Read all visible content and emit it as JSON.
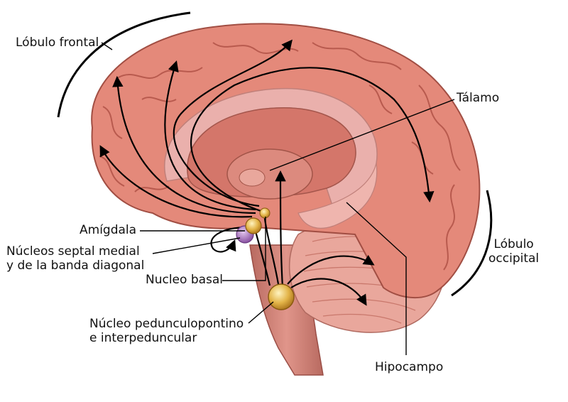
{
  "labels": {
    "frontal_lobe": "Lóbulo frontal",
    "thalamus": "Tálamo",
    "amygdala": "Amígdala",
    "septal_line1": "Núcleos septal medial",
    "septal_line2": "y de la banda diagonal",
    "basal_nucleus": "Nucleo basal",
    "pedunculo_line1": "Núcleo pedunculopontino",
    "pedunculo_line2": "e interpeduncular",
    "occipital_line1": "Lóbulo",
    "occipital_line2": "occipital",
    "hippocampus": "Hipocampo"
  },
  "colors": {
    "cortex": "#e4897a",
    "cortex_dark": "#b85a4e",
    "cingulate": "#e9a6a2",
    "nucleus_gold": "#e3b448",
    "septal_purple": "#9a62b2",
    "pathway": "#000000"
  }
}
